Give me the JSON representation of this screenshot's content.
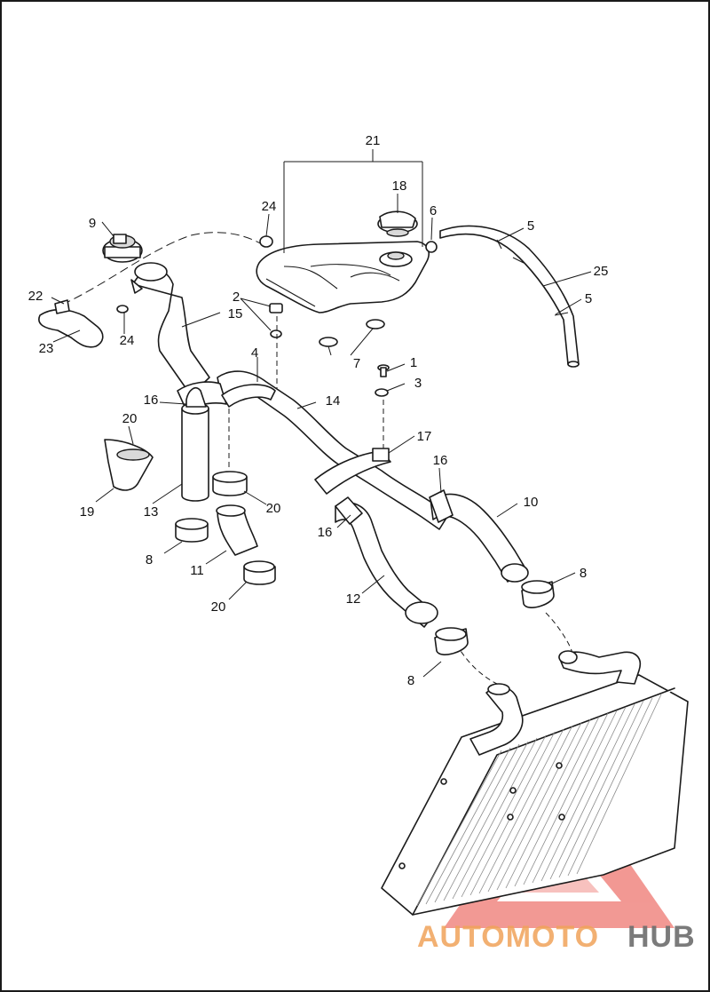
{
  "diagram": {
    "callouts": {
      "c1": "1",
      "c2": "2",
      "c3": "3",
      "c4": "4",
      "c5a": "5",
      "c5b": "5",
      "c6": "6",
      "c7": "7",
      "c8a": "8",
      "c8b": "8",
      "c8c": "8",
      "c9": "9",
      "c10": "10",
      "c11": "11",
      "c12": "12",
      "c13": "13",
      "c14": "14",
      "c15": "15",
      "c16a": "16",
      "c16b": "16",
      "c16c": "16",
      "c17": "17",
      "c18": "18",
      "c19": "19",
      "c20a": "20",
      "c20b": "20",
      "c20c": "20",
      "c21": "21",
      "c22": "22",
      "c23": "23",
      "c24a": "24",
      "c24b": "24",
      "c25": "25"
    }
  },
  "watermark": {
    "part1": "AUTOMOTO",
    "part2": "HUB",
    "color_primary": "#f0a35a",
    "color_secondary": "#6d6d6d",
    "logo_color": "#e8453c"
  }
}
